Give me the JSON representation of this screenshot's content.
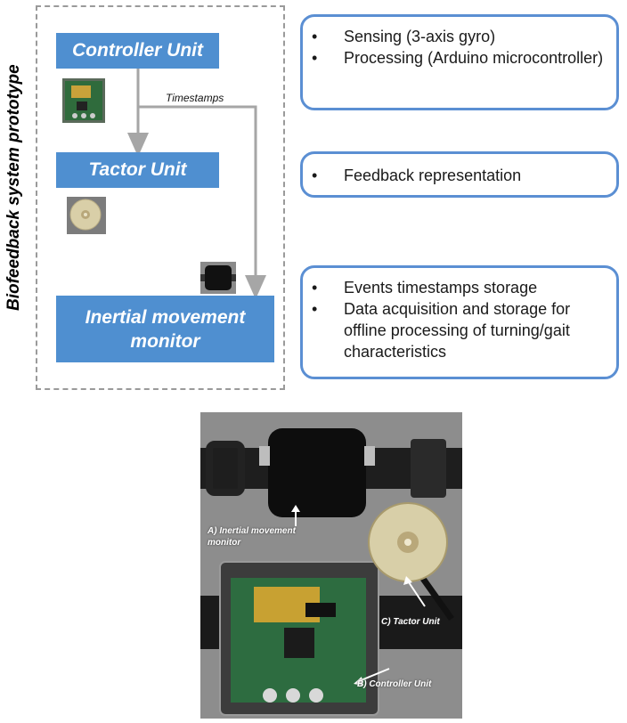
{
  "side_title": "Biofeedback system prototype",
  "units": {
    "controller": "Controller  Unit",
    "tactor": "Tactor Unit",
    "imm_line1": "Inertial movement",
    "imm_line2": "monitor"
  },
  "arrow_label": "Timestamps",
  "info": {
    "box1": [
      "Sensing (3-axis gyro)",
      "Processing (Arduino microcontroller)"
    ],
    "box2": [
      "Feedback representation"
    ],
    "box3": [
      "Events timestamps storage",
      "Data acquisition and storage for offline processing of turning/gait characteristics"
    ]
  },
  "bullet_char": "•",
  "photo_labels": {
    "a_line1": "A) Inertial movement",
    "a_line2": "monitor",
    "b": "B) Controller Unit",
    "c": "C) Tactor Unit"
  },
  "colors": {
    "unit_blue": "#4f8fd0",
    "box_border": "#5b8fd3",
    "arrow_gray": "#a6a6a6"
  }
}
